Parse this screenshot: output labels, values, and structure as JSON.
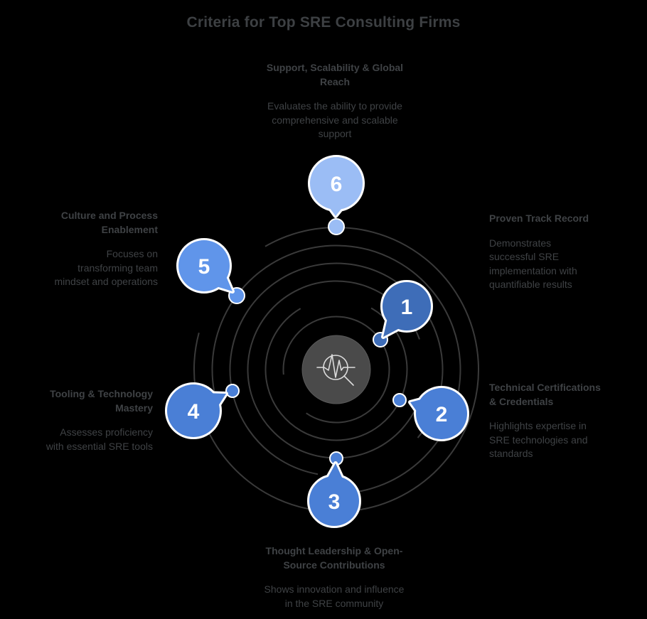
{
  "title": "Criteria for Top SRE Consulting Firms",
  "colors": {
    "background": "#000000",
    "orbit_line": "#3a3a3a",
    "center_circle": "#4a4a4a",
    "icon_stroke": "#dcdcdc",
    "label_text": "#3f4245",
    "bubble_number_text": "#ffffff",
    "bubble_outline": "#ffffff"
  },
  "center_icon": "pulse-magnifier-icon",
  "items": [
    {
      "number": "1",
      "color": "#3e6db8",
      "heading": "Proven Track Record",
      "body": "Demonstrates\nsuccessful SRE\nimplementation with\nquantifiable results"
    },
    {
      "number": "2",
      "color": "#4a7fd6",
      "heading": "Technical Certifications\n& Credentials",
      "body": "Highlights expertise in\nSRE technologies and\nstandards"
    },
    {
      "number": "3",
      "color": "#4a7fd6",
      "heading": "Thought Leadership & Open-\nSource Contributions",
      "body": "Shows innovation and influence\nin the SRE community"
    },
    {
      "number": "4",
      "color": "#4a7fd6",
      "heading": "Tooling & Technology\nMastery",
      "body": "Assesses proficiency\nwith essential SRE tools"
    },
    {
      "number": "5",
      "color": "#6095ea",
      "heading": "Culture and Process\nEnablement",
      "body": "Focuses on\ntransforming team\nmindset and operations"
    },
    {
      "number": "6",
      "color": "#9bbdf5",
      "heading": "Support, Scalability & Global\nReach",
      "body": "Evaluates the ability to provide\ncomprehensive and scalable\nsupport"
    }
  ]
}
